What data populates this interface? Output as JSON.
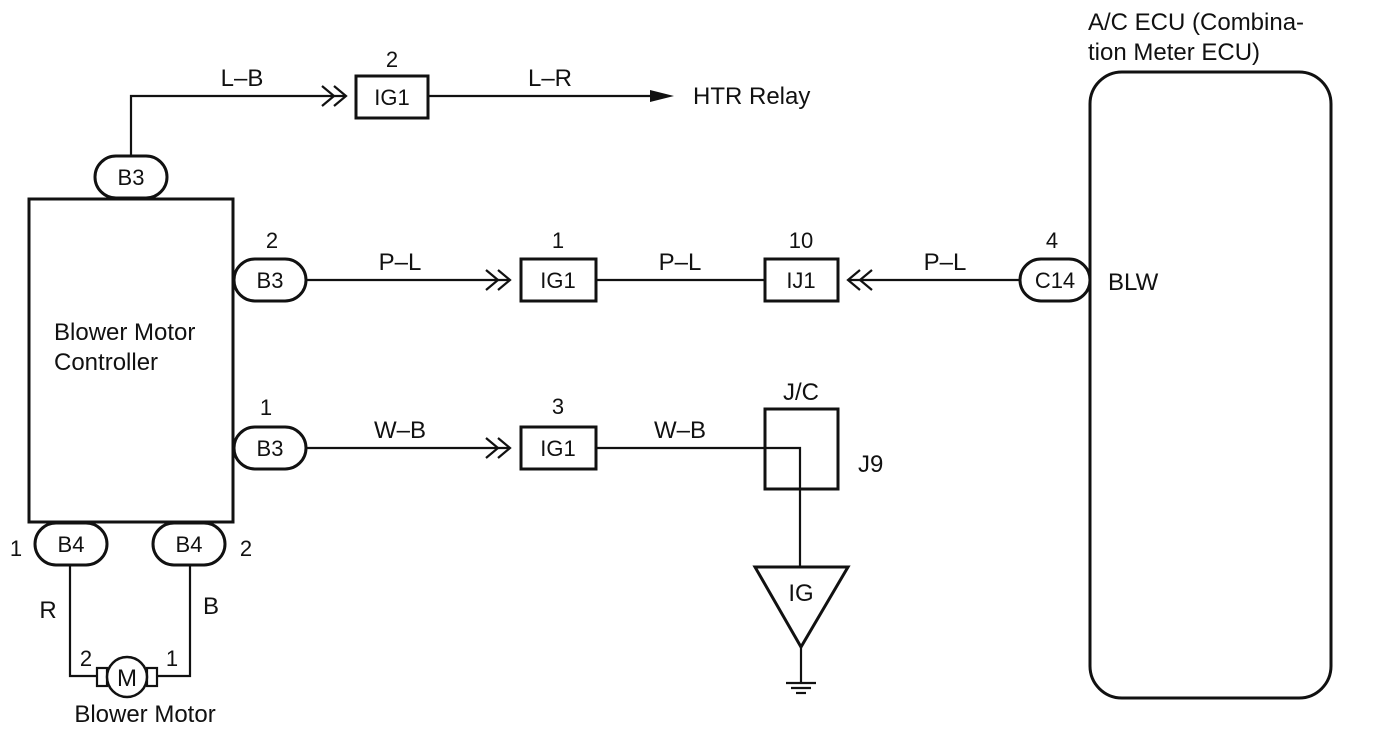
{
  "ecu": {
    "title_line1": "A/C ECU (Combina-",
    "title_line2": "tion Meter ECU)",
    "terminal": "BLW"
  },
  "controller": {
    "label_line1": "Blower Motor",
    "label_line2": "Controller"
  },
  "motor": {
    "symbol": "M",
    "label": "Blower Motor",
    "pin_left": "2",
    "pin_right": "1"
  },
  "connectors": {
    "b3_top": "B3",
    "b3_mid": "B3",
    "b3_mid_pin": "2",
    "b3_low": "B3",
    "b3_low_pin": "1",
    "b4_left": "B4",
    "b4_left_pin": "1",
    "b4_right": "B4",
    "b4_right_pin": "2",
    "c14": "C14",
    "c14_pin": "4"
  },
  "junctions": {
    "ig1_top": "IG1",
    "ig1_top_pin": "2",
    "ig1_mid": "IG1",
    "ig1_mid_pin": "1",
    "ij1": "IJ1",
    "ij1_pin": "10",
    "ig1_low": "IG1",
    "ig1_low_pin": "3",
    "jc_label": "J/C",
    "j9_label": "J9",
    "ground_label": "IG"
  },
  "wires": {
    "top_left": "L–B",
    "top_right": "L–R",
    "htr_relay": "HTR Relay",
    "mid_left": "P–L",
    "mid_center": "P–L",
    "mid_right": "P–L",
    "low_left": "W–B",
    "low_right": "W–B",
    "motor_left": "R",
    "motor_right": "B"
  }
}
